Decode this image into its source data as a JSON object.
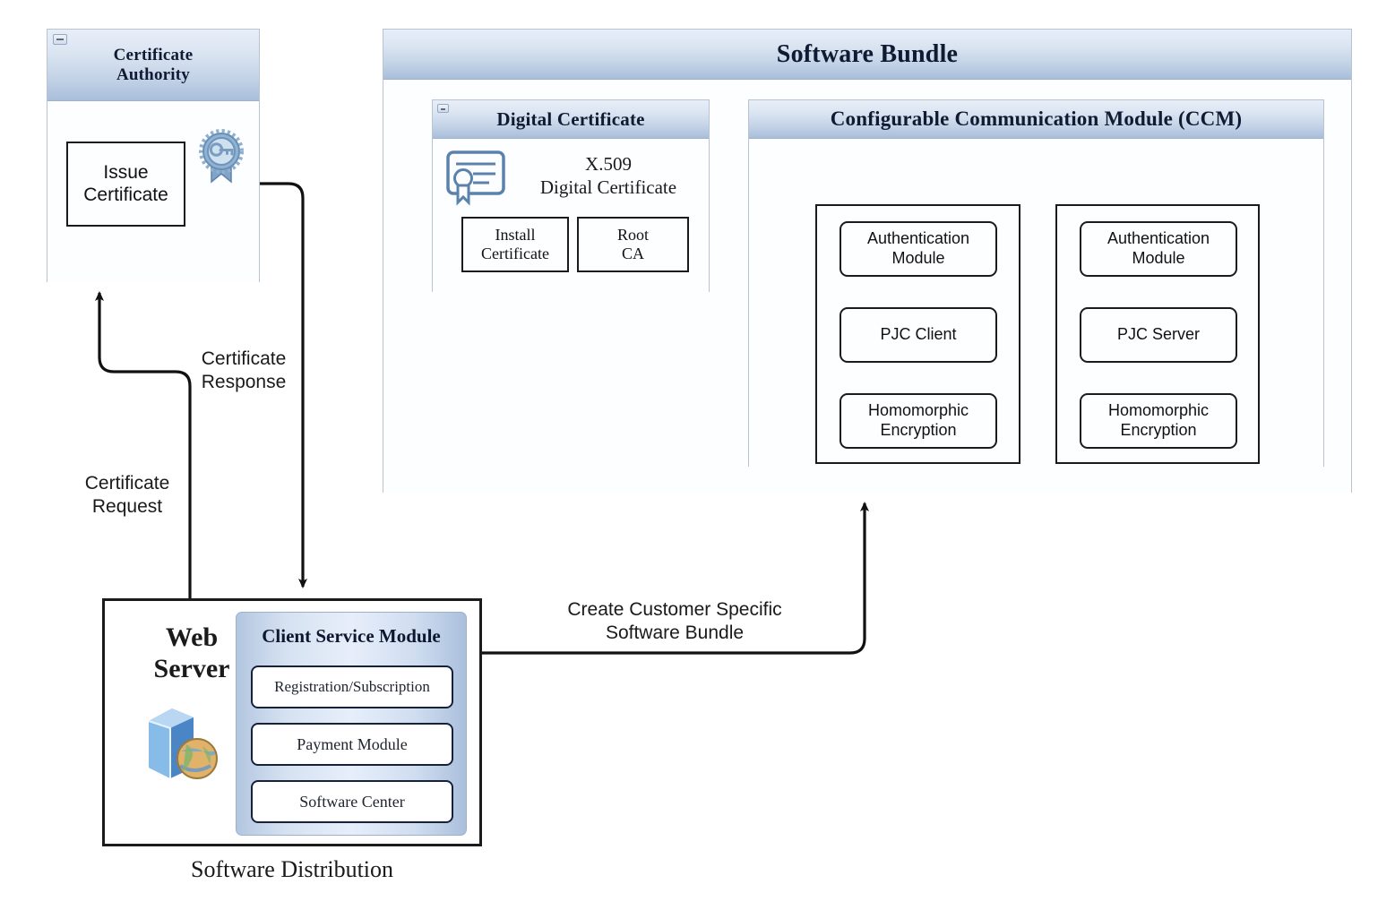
{
  "diagram": {
    "caption": "Software Distribution"
  },
  "certificate_authority": {
    "title_line1": "Certificate",
    "title_line2": "Authority",
    "issue_box_line1": "Issue",
    "issue_box_line2": "Certificate",
    "badge_icon": "key-seal-ribbon-icon",
    "minimize_icon": "minimize-icon"
  },
  "software_bundle": {
    "title": "Software Bundle",
    "digital_certificate": {
      "title": "Digital Certificate",
      "icon": "certificate-document-icon",
      "caption_line1": "X.509",
      "caption_line2": "Digital Certificate",
      "minimize_icon": "minimize-icon",
      "buttons": [
        {
          "line1": "Install",
          "line2": "Certificate"
        },
        {
          "line1": "Root",
          "line2": "CA"
        }
      ]
    },
    "ccm": {
      "title": "Configurable Communication Module (CCM)",
      "groups": [
        {
          "name": "client-stack",
          "modules": [
            {
              "line1": "Authentication",
              "line2": "Module"
            },
            {
              "line1": "PJC Client",
              "line2": ""
            },
            {
              "line1": "Homomorphic",
              "line2": "Encryption"
            }
          ]
        },
        {
          "name": "server-stack",
          "modules": [
            {
              "line1": "Authentication",
              "line2": "Module"
            },
            {
              "line1": "PJC Server",
              "line2": ""
            },
            {
              "line1": "Homomorphic",
              "line2": "Encryption"
            }
          ]
        }
      ]
    }
  },
  "web_server": {
    "title_line1": "Web",
    "title_line2": "Server",
    "icon": "server-globe-icon",
    "client_service_module": {
      "title": "Client Service Module",
      "buttons": [
        "Registration/Subscription",
        "Payment Module",
        "Software Center"
      ]
    }
  },
  "flows": [
    {
      "id": "certificate-response",
      "line1": "Certificate",
      "line2": "Response"
    },
    {
      "id": "certificate-request",
      "line1": "Certificate",
      "line2": "Request"
    },
    {
      "id": "create-bundle",
      "line1": "Create Customer Specific",
      "line2": "Software Bundle"
    }
  ],
  "colors": {
    "title_bar_top": "#e7eef8",
    "title_bar_bottom": "#a9bedb",
    "panel_border": "#b9c4d2",
    "box_border": "#1b1b1b",
    "icon_blue": "#6f9ccb",
    "csm_blue": "#b3c6e0"
  }
}
